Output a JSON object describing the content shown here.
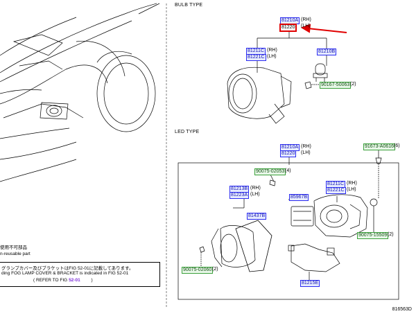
{
  "sections": {
    "bulb_type": "BULB TYPE",
    "led_type": "LED TYPE"
  },
  "bulb": {
    "p81210A": "81210A",
    "p81210A_sfx": "(RH)",
    "p81220": "81220",
    "p81220_sfx": "(LH)",
    "p81211C": "81211C",
    "p81211C_sfx": "(RH)",
    "p81221C": "81221C",
    "p81221C_sfx": "(LH)",
    "p81210B": "81210B",
    "p90167": "90167-50063",
    "p90167_sfx": "(2)"
  },
  "led": {
    "p81210A": "81210A",
    "p81210A_sfx": "(RH)",
    "p81220": "81220",
    "p81220_sfx": "(LH)",
    "p91673": "91673-A0616",
    "p91673_sfx": "(6)",
    "p90075a": "90075-02053",
    "p90075a_sfx": "(4)",
    "p81213B": "81213B",
    "p81213B_sfx": "(RH)",
    "p81223A": "81223A",
    "p81223A_sfx": "(LH)",
    "p85967B": "85967B",
    "p81211C": "81211C",
    "p81211C_sfx": "(RH)",
    "p81221C": "81221C",
    "p81221C_sfx": "(LH)",
    "p81437B": "81437B",
    "p90075b": "90075-15509",
    "p90075b_sfx": "(2)",
    "p90075c": "90075-02060",
    "p90075c_sfx": "(2)",
    "p81215E": "81215E"
  },
  "notes": {
    "jp_reuse": "使用不可部品",
    "en_reuse": "n-reusable part",
    "jp_cover": "グランプカバー及びブラケットはFIG 52-01に記載してあります。",
    "en_cover": "ding FOG LAMP COVER & BRACKET is indicated in FIG 52-01",
    "refer_prefix": "(    REFER TO FIG",
    "refer_fig": "52-01",
    "refer_suffix": ")"
  },
  "doc_id": "816563D",
  "colors": {
    "part_fill": "#e6ebff",
    "part_border": "#2a2af0",
    "green_border": "#3aa03a",
    "highlight": "#e00000"
  }
}
